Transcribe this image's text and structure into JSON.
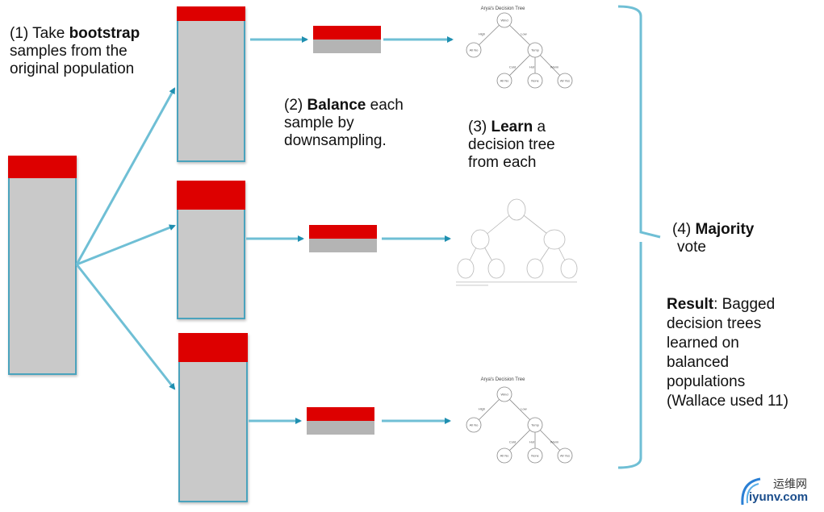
{
  "diagram": {
    "title": "Bagged balanced decision trees workflow",
    "colors": {
      "minority_class": "#dd0000",
      "majority_class": "#c9c9c9",
      "balanced_majority": "#b4b4b4",
      "arrow": "#4aa3bd"
    },
    "steps": {
      "step1": {
        "prefix": "(1) Take ",
        "bold": "bootstrap",
        "line2": "samples from the",
        "line3": "original population"
      },
      "step2": {
        "prefix": "(2) ",
        "bold": "Balance",
        "suffix": " each",
        "line2": "sample by",
        "line3": "downsampling."
      },
      "step3": {
        "prefix": "(3) ",
        "bold": "Learn",
        "suffix": " a",
        "line2": "decision tree",
        "line3": "from each"
      },
      "step4": {
        "prefix": "(4) ",
        "bold": "Majority",
        "line2": "vote"
      },
      "result": {
        "bold": "Result",
        "suffix": ": Bagged",
        "line2": "decision trees",
        "line3": "learned on",
        "line4": "balanced",
        "line5": "populations",
        "line6": "(Wallace used 11)"
      }
    },
    "trees": [
      {
        "title": "Arya's Decision Tree",
        "root": "Wind",
        "edges": [
          "High",
          "Low",
          "Cold",
          "Hot",
          "Warm"
        ],
        "nodes": [
          "All No",
          "Temp",
          "All No",
          "None",
          "All Yes"
        ]
      },
      {
        "title": "",
        "root": "",
        "edges": [],
        "nodes": []
      },
      {
        "title": "Arya's Decision Tree",
        "root": "Wind",
        "edges": [
          "High",
          "Low",
          "Cold",
          "Hot",
          "Warm"
        ],
        "nodes": [
          "All No",
          "Temp",
          "All No",
          "None",
          "All Yes"
        ]
      }
    ],
    "watermark": {
      "cn": "运维网",
      "en": "iyunv.com"
    }
  }
}
